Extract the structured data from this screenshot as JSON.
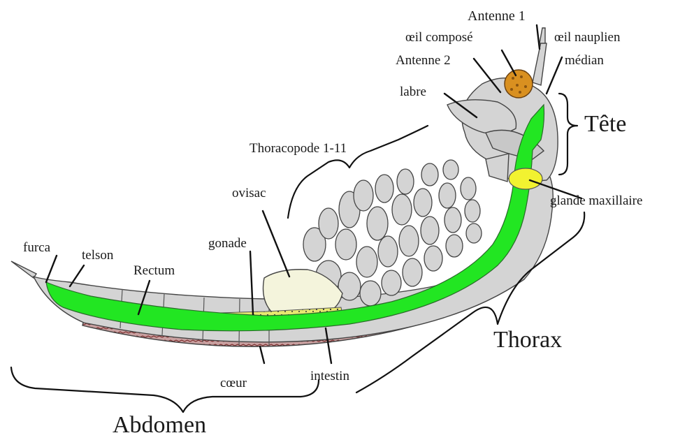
{
  "labels": {
    "antenne1": "Antenne 1",
    "oeil_compose": "œil composé",
    "oeil_nauplien": "œil nauplien",
    "median": "médian",
    "antenne2": "Antenne 2",
    "labre": "labre",
    "tete": "Tête",
    "thoracopode": "Thoracopode 1-11",
    "glande": "glande maxillaire",
    "ovisac": "ovisac",
    "gonade": "gonade",
    "furca": "furca",
    "telson": "telson",
    "rectum": "Rectum",
    "thorax": "Thorax",
    "coeur": "cœur",
    "intestin": "intestin",
    "abdomen": "Abdomen"
  },
  "colors": {
    "intestine": "#22e622",
    "body": "#d4d4d4",
    "eye": "#d99020",
    "gland": "#f2f230",
    "gonad": "#e8e870",
    "ovisac": "#f4f4dc",
    "heart": "#a04848",
    "outline": "#444444"
  }
}
